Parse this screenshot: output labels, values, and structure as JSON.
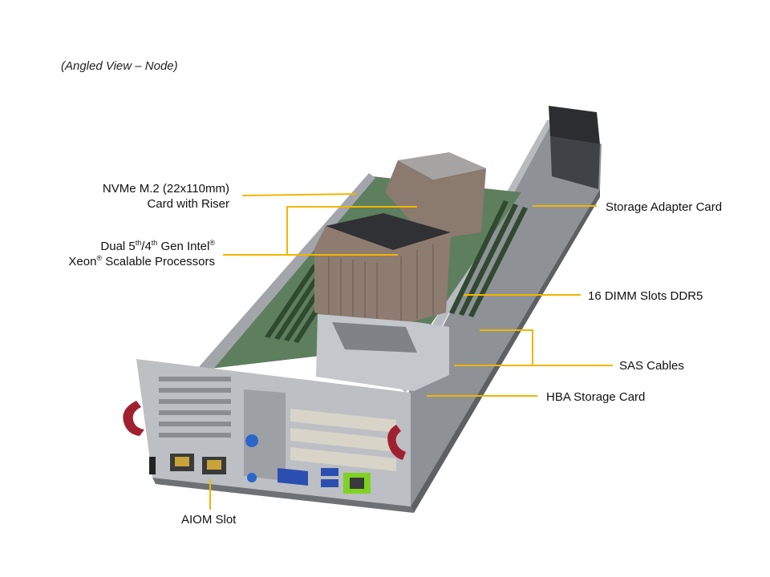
{
  "caption": "(Angled View – Node)",
  "labels": {
    "nvme_line1": "NVMe M.2 (22x110mm)",
    "nvme_line2": "Card with Riser",
    "cpu_dual": "Dual 5",
    "cpu_th1": "th",
    "cpu_slash": "/4",
    "cpu_th2": "th",
    "cpu_gen": " Gen Intel",
    "cpu_reg1": "®",
    "cpu_xeon": "Xeon",
    "cpu_reg2": "®",
    "cpu_scalable": " Scalable Processors",
    "storage_adapter": "Storage Adapter Card",
    "dimm": "16 DIMM Slots DDR5",
    "sas": "SAS Cables",
    "hba": "HBA Storage Card",
    "aiom": "AIOM Slot"
  },
  "colors": {
    "callout": "#f2b500",
    "chassis": "#9a9ea3",
    "chassis_dark": "#5d6166",
    "heatsink": "#8a7a70",
    "board": "#6b8f6a",
    "handle": "#a02030",
    "blue": "#2b66c8",
    "green_port": "#7ed321"
  }
}
